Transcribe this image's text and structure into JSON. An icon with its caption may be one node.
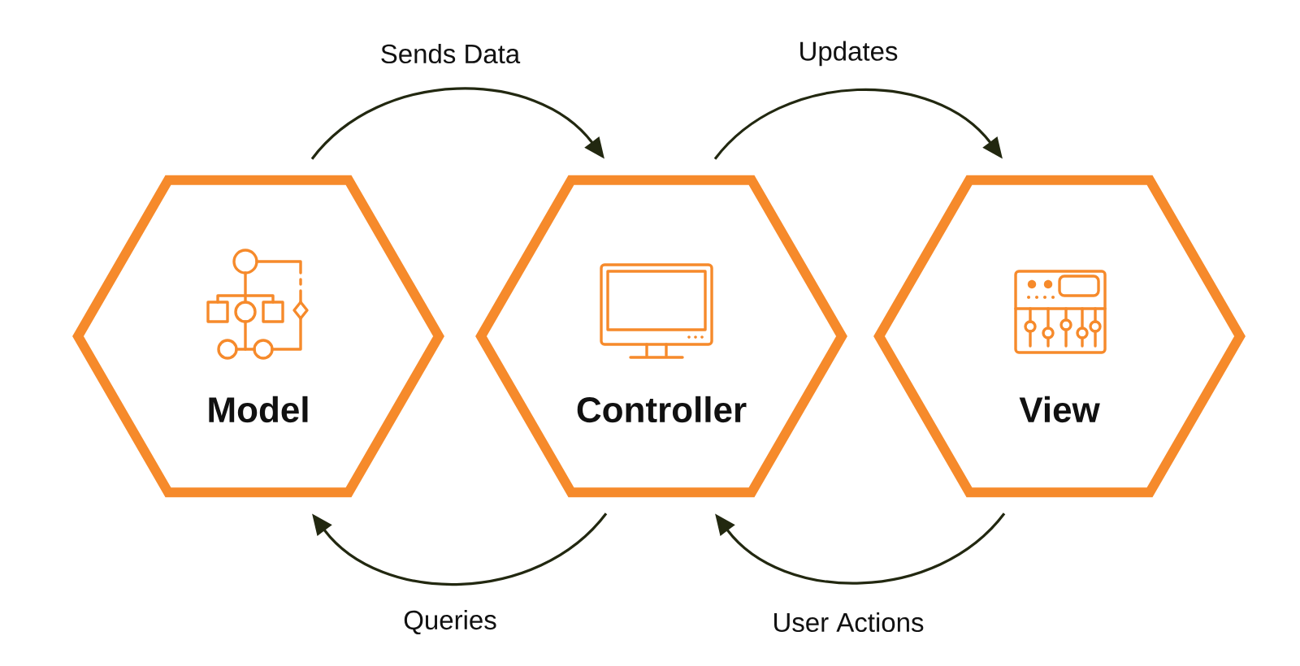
{
  "diagram": {
    "nodes": [
      {
        "text": [
          "Model"
        ]
      },
      {
        "text": [
          "Controller"
        ]
      },
      {
        "text": [
          "View"
        ]
      }
    ],
    "edges": [
      {
        "from": 0,
        "to": 1,
        "arrow": "to",
        "label": "Sends Data"
      },
      {
        "from": 1,
        "to": 2,
        "arrow": "to",
        "label": "Updates"
      },
      {
        "from": 1,
        "to": 0,
        "arrow": "to",
        "label": "Queries"
      },
      {
        "from": 2,
        "to": 1,
        "arrow": "to",
        "label": "User Actions"
      }
    ]
  }
}
